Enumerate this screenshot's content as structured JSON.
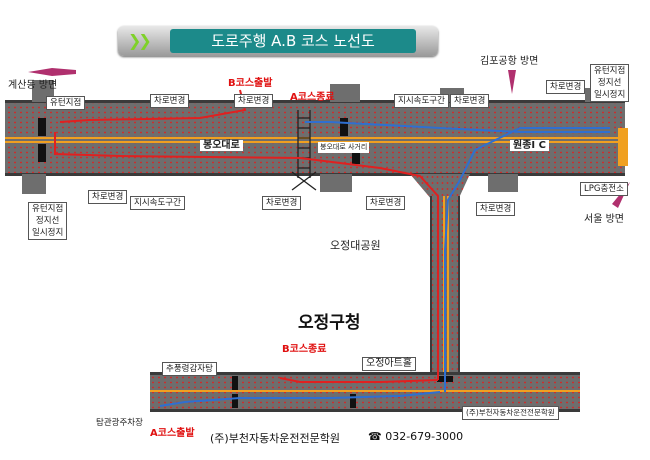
{
  "title": "도로주행 A.B 코스 노선도",
  "colors": {
    "road": "#6e6e6e",
    "roadDark": "#3a3a3a",
    "centerLine": "#f0a020",
    "courseA": "#2f6fd0",
    "courseB": "#e02020",
    "title_bg": "#1c8a8a",
    "arrow": "#b0306e"
  },
  "labels": {
    "gyesan": "계산동 방면",
    "gimpo": "김포공항 방면",
    "seoul": "서울 방면",
    "uturn_top_left": "유턴지점",
    "uturn_left_bottom": "유턴지점\n정지선\n일시정지",
    "uturn_right_top": "유턴지점\n정지선\n일시정지",
    "lane_change_1": "차로변경",
    "lane_change_2": "차로변경",
    "lane_change_3": "차로변경",
    "lane_change_4": "차로변경",
    "lane_change_5": "차로변경",
    "lane_change_6": "차로변경",
    "lane_change_7": "차로변경",
    "lane_change_8": "차로변경",
    "speed_1": "지시속도구간",
    "speed_2": "지시속도구간",
    "bongo_road": "봉오대로",
    "bongo_intersection": "봉오대로 사거리",
    "wonjong_ic": "원종I C",
    "lpg": "LPG충전소",
    "ojeong_park": "오정대공원",
    "ojeong_office": "오정구청",
    "ojeong_art": "오정아트홀",
    "chupung": "추풍령감자탕",
    "talgwan": "탐관광주차장",
    "company_small": "(주)부천자동차운전전문학원",
    "b_start": "B코스출발",
    "a_end": "A코스종료",
    "b_end": "B코스종료",
    "a_start": "A코스출발",
    "company": "(주)부천자동차운전전문학원",
    "phone": "☎  032-679-3000"
  }
}
